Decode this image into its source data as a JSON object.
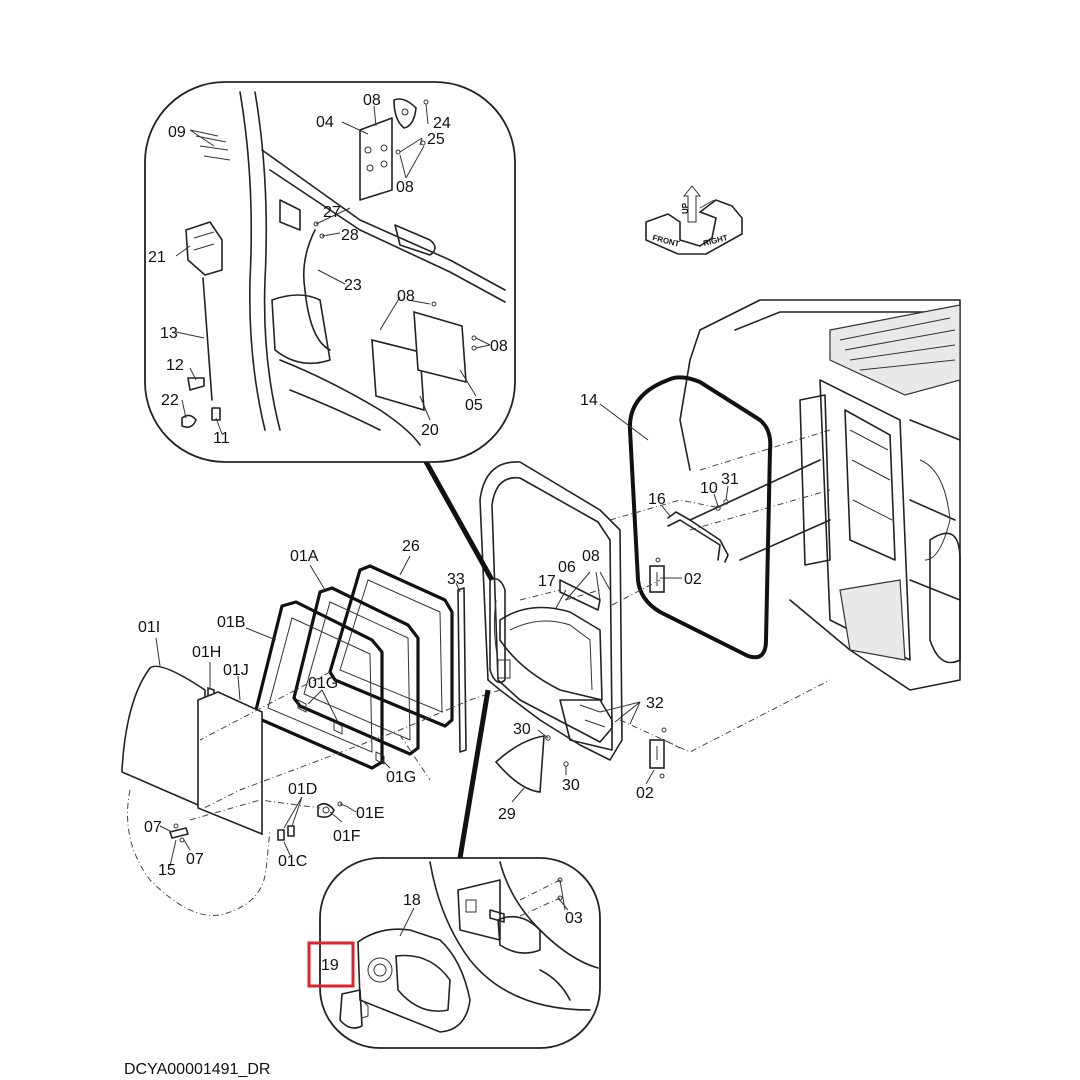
{
  "drawing_code": "DCYA00001491_DR",
  "orientation": {
    "front": "FRONT",
    "right": "RIGHT",
    "up": "UP"
  },
  "highlight_color": "#d9252b",
  "highlighted_part": "19",
  "labels": {
    "p01A": "01A",
    "p01B": "01B",
    "p01C": "01C",
    "p01D": "01D",
    "p01E": "01E",
    "p01F": "01F",
    "p01G_a": "01G",
    "p01G_b": "01G",
    "p01H": "01H",
    "p01I": "01I",
    "p01J": "01J",
    "p02_a": "02",
    "p02_b": "02",
    "p03": "03",
    "p04": "04",
    "p05": "05",
    "p06": "06",
    "p07_a": "07",
    "p07_b": "07",
    "p08_a": "08",
    "p08_b": "08",
    "p08_c": "08",
    "p08_d": "08",
    "p08_e": "08",
    "p09": "09",
    "p10": "10",
    "p11": "11",
    "p12": "12",
    "p13": "13",
    "p14": "14",
    "p15": "15",
    "p16": "16",
    "p17": "17",
    "p18": "18",
    "p19": "19",
    "p20": "20",
    "p21": "21",
    "p22": "22",
    "p23": "23",
    "p24": "24",
    "p25": "25",
    "p26": "26",
    "p27": "27",
    "p28": "28",
    "p29": "29",
    "p30_a": "30",
    "p30_b": "30",
    "p31": "31",
    "p32": "32",
    "p33": "33"
  }
}
